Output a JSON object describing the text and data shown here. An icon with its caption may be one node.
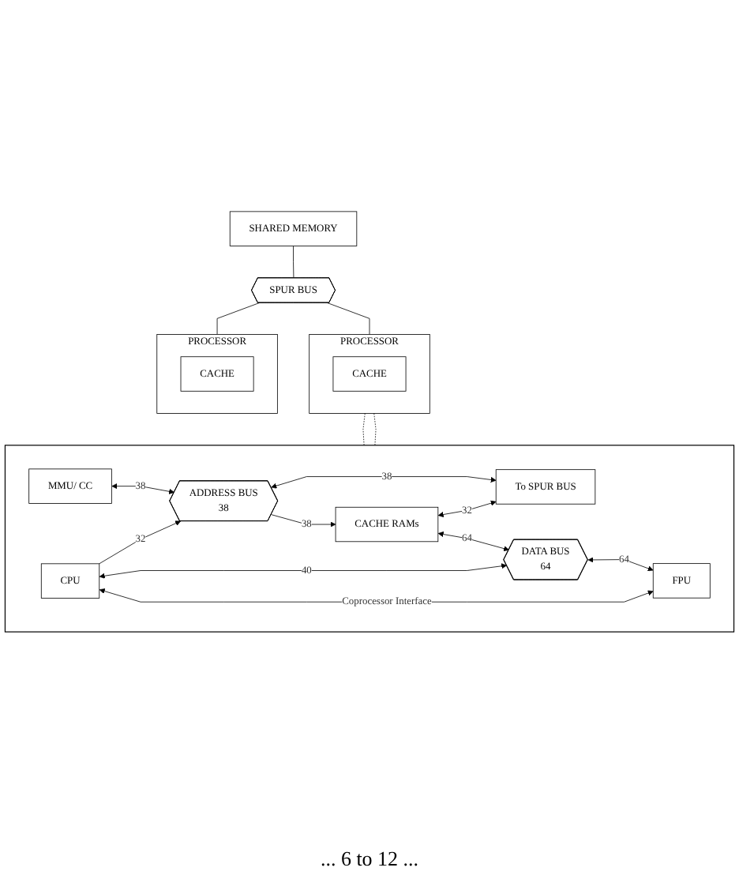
{
  "diagram": {
    "nodes": [
      {
        "text": [
          "SHARED MEMORY"
        ]
      },
      {
        "text": [
          "SPUR BUS"
        ]
      },
      {
        "text": [
          "PROCESSOR"
        ]
      },
      {
        "text": [
          "CACHE"
        ],
        "in": 2
      },
      {
        "text": [
          "PROCESSOR"
        ]
      },
      {
        "text": [
          "CACHE"
        ],
        "in": 4
      },
      {
        "text": [],
        "shape": "box"
      },
      {
        "text": [
          "To SPUR BUS"
        ],
        "in": 6
      },
      {
        "text": [
          "MMU/ CC"
        ],
        "in": 6
      },
      {
        "text": [
          "CACHE RAMs"
        ],
        "in": 6
      },
      {
        "text": [
          "ADDRESS BUS",
          "38"
        ],
        "in": 6
      },
      {
        "text": [
          "DATA BUS",
          "64"
        ],
        "in": 6
      },
      {
        "text": [
          "CPU"
        ],
        "in": 6
      },
      {
        "text": [
          "FPU"
        ],
        "in": 6
      }
    ],
    "edges": [
      {
        "from": 0,
        "to": 1,
        "arrow": "none"
      },
      {
        "from": 1,
        "to": 2,
        "arrow": "none"
      },
      {
        "from": 1,
        "to": 4,
        "arrow": "none"
      },
      {
        "from": 2,
        "to": 6,
        "arrow": "none",
        "style": "dashed"
      },
      {
        "from": 2,
        "to": 6,
        "arrow": "none",
        "style": "dashed"
      },
      {
        "from": 10,
        "to": 7,
        "arrow": "both",
        "label": "38"
      },
      {
        "from": 9,
        "to": 7,
        "arrow": "both",
        "label": "32"
      },
      {
        "from": 10,
        "to": 9,
        "arrow": "to",
        "label": "38"
      },
      {
        "from": 8,
        "to": 10,
        "arrow": "both",
        "label": "38"
      },
      {
        "from": 9,
        "to": 11,
        "arrow": "both",
        "label": "64"
      },
      {
        "from": 12,
        "to": 10,
        "arrow": "to",
        "label": "32"
      },
      {
        "from": 12,
        "to": 11,
        "arrow": "both",
        "label": "40"
      },
      {
        "from": 11,
        "to": 13,
        "arrow": "both",
        "label": "64"
      },
      {
        "from": 12,
        "to": 13,
        "arrow": "both",
        "label": "Coprocessor Interface"
      }
    ],
    "labels": [
      "... 6 to 12 ..."
    ]
  }
}
